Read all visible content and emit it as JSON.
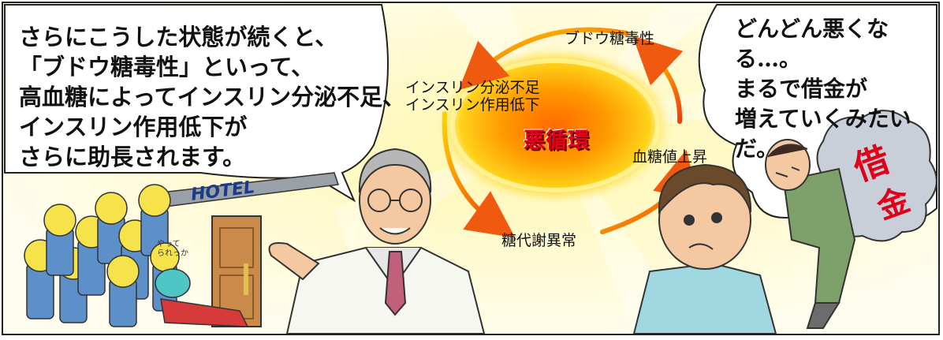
{
  "doctor_speech": [
    "さらにこうした状態が続くと、",
    "「ブドウ糖毒性」といって、",
    "高血糖によってインスリン分泌不足、",
    "インスリン作用低下が",
    "さらに助長されます。"
  ],
  "patient_speech": [
    "どんどん悪くなる…。",
    "まるで借金が",
    "増えていくみたいだ。"
  ],
  "cycle": {
    "center": "悪循環",
    "glucose_toxicity": "ブドウ糖毒性",
    "insulin_deficit": "インスリン分泌不足\nインスリン作用低下",
    "blood_sugar_rise": "血糖値上昇",
    "metabolic_disorder": "糖代謝異常"
  },
  "hotel_sign": "HOTEL",
  "mob_speech": "やって\nられっか",
  "debt_sack": [
    "借",
    "金"
  ],
  "colors": {
    "cycle_arrow": "#f05a10",
    "glow_core": "#ff6a00",
    "glow_mid": "#ffc800",
    "vicious_text": "#e8001c",
    "mob_face": "#f6e24a",
    "mob_suit": "#5d8fc8"
  }
}
